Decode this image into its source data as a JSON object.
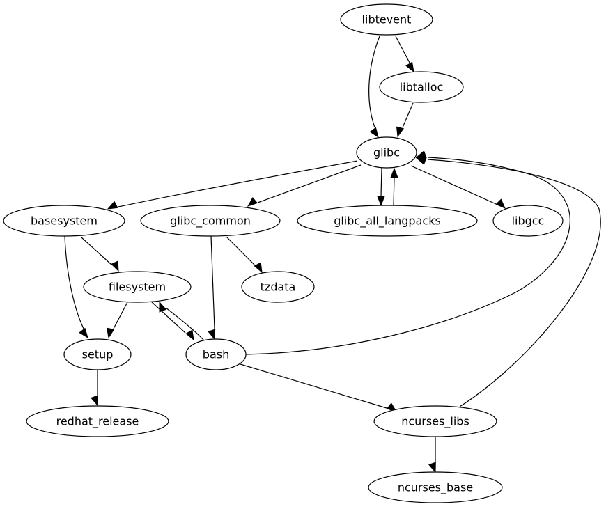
{
  "graph": {
    "type": "directed",
    "nodes": [
      {
        "id": "libtevent",
        "label": "libtevent"
      },
      {
        "id": "libtalloc",
        "label": "libtalloc"
      },
      {
        "id": "glibc",
        "label": "glibc"
      },
      {
        "id": "basesystem",
        "label": "basesystem"
      },
      {
        "id": "glibc_common",
        "label": "glibc_common"
      },
      {
        "id": "glibc_all_langpacks",
        "label": "glibc_all_langpacks"
      },
      {
        "id": "libgcc",
        "label": "libgcc"
      },
      {
        "id": "filesystem",
        "label": "filesystem"
      },
      {
        "id": "tzdata",
        "label": "tzdata"
      },
      {
        "id": "setup",
        "label": "setup"
      },
      {
        "id": "bash",
        "label": "bash"
      },
      {
        "id": "redhat_release",
        "label": "redhat_release"
      },
      {
        "id": "ncurses_libs",
        "label": "ncurses_libs"
      },
      {
        "id": "ncurses_base",
        "label": "ncurses_base"
      }
    ],
    "edges": [
      {
        "from": "libtevent",
        "to": "libtalloc"
      },
      {
        "from": "libtevent",
        "to": "glibc"
      },
      {
        "from": "libtalloc",
        "to": "glibc"
      },
      {
        "from": "glibc",
        "to": "basesystem"
      },
      {
        "from": "glibc",
        "to": "glibc_common"
      },
      {
        "from": "glibc",
        "to": "glibc_all_langpacks"
      },
      {
        "from": "glibc_all_langpacks",
        "to": "glibc"
      },
      {
        "from": "glibc",
        "to": "libgcc"
      },
      {
        "from": "basesystem",
        "to": "filesystem"
      },
      {
        "from": "basesystem",
        "to": "setup"
      },
      {
        "from": "glibc_common",
        "to": "tzdata"
      },
      {
        "from": "glibc_common",
        "to": "bash"
      },
      {
        "from": "filesystem",
        "to": "setup"
      },
      {
        "from": "filesystem",
        "to": "bash"
      },
      {
        "from": "bash",
        "to": "filesystem"
      },
      {
        "from": "bash",
        "to": "glibc"
      },
      {
        "from": "bash",
        "to": "ncurses_libs"
      },
      {
        "from": "setup",
        "to": "redhat_release"
      },
      {
        "from": "ncurses_libs",
        "to": "glibc"
      },
      {
        "from": "ncurses_libs",
        "to": "ncurses_base"
      }
    ]
  }
}
